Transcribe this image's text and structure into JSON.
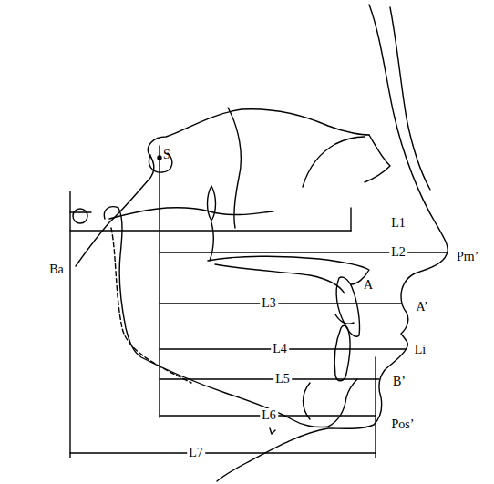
{
  "diagram": {
    "labels": [
      "S",
      "L1",
      "L2",
      "Prn’",
      "Ba",
      "A",
      "L3",
      "A’",
      "L4",
      "Li",
      "L5",
      "B’",
      "L6",
      "Pos’",
      "L7"
    ]
  }
}
